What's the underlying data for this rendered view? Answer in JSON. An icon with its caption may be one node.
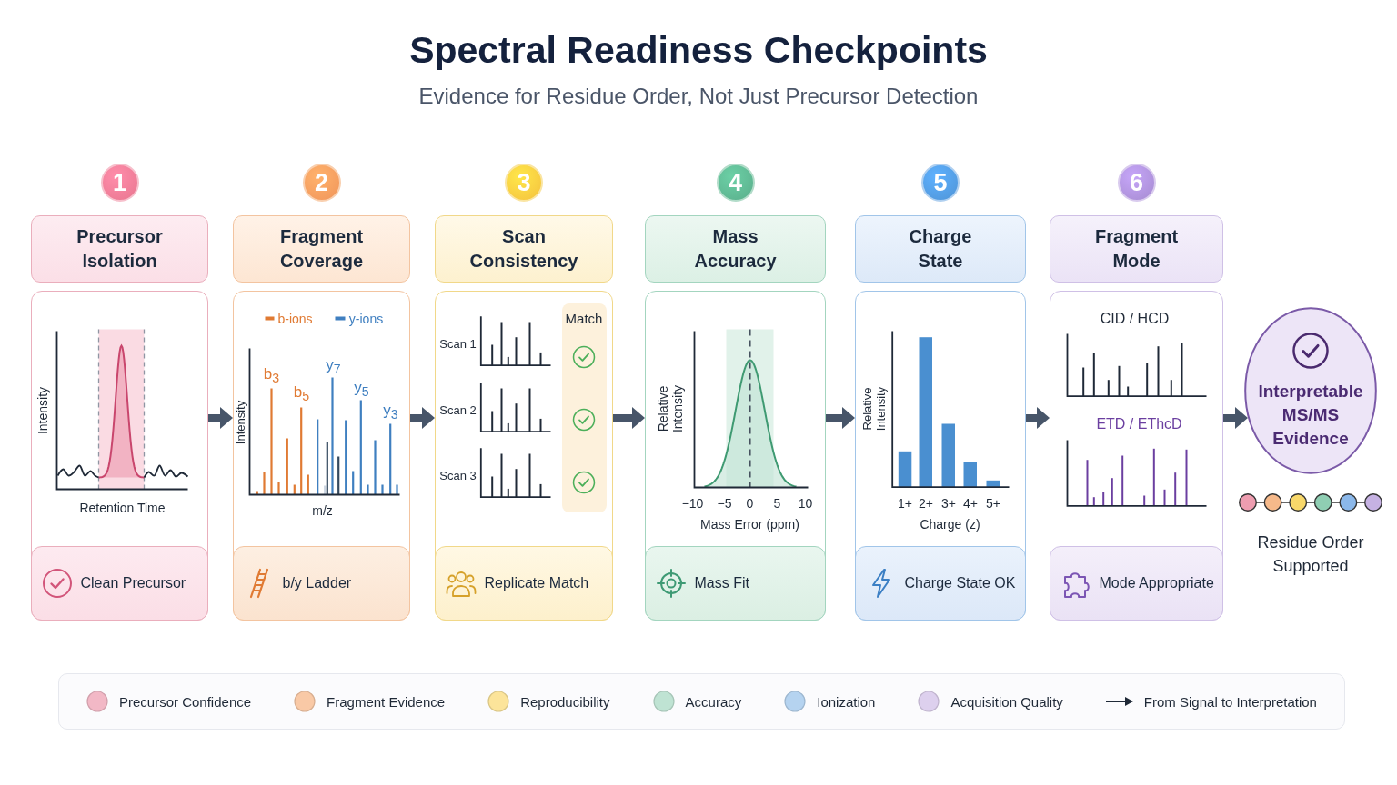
{
  "diagram": {
    "title": "Spectral Readiness Checkpoints",
    "nodes": [
      {
        "text": [
          "1"
        ]
      },
      {
        "text": [
          "Precursor Isolation"
        ]
      },
      {
        "text": [
          "Intensity",
          "Retention Time"
        ]
      },
      {
        "text": [
          "Clean Precursor"
        ],
        "in": 2
      },
      {
        "text": [
          "2"
        ]
      },
      {
        "text": [
          "Fragment Coverage"
        ]
      },
      {
        "text": [
          "b-ions",
          "y-ions",
          "Intensity",
          "b$_{3}$",
          "b$_{5}$",
          "y$_{7}$",
          "y$_{5}$",
          "y$_{3}$",
          "m/z"
        ]
      },
      {
        "text": [
          "b/y Ladder"
        ],
        "in": 6
      },
      {
        "text": [
          "3"
        ]
      },
      {
        "text": [
          "Scan Consistency"
        ]
      },
      {
        "text": [
          "Scan 1",
          "Scan 2",
          "Scan 3"
        ]
      },
      {
        "text": [
          "Match"
        ],
        "in": 10
      },
      {
        "text": [
          "Replicate Match"
        ],
        "in": 10
      },
      {
        "text": [
          "4"
        ]
      },
      {
        "text": [
          "Mass Accuracy"
        ]
      },
      {
        "text": [
          "Relative Intensity",
          "−10",
          "−5",
          "0",
          "5",
          "10",
          "Mass Error (ppm)"
        ]
      },
      {
        "text": [
          "Mass Fit"
        ],
        "in": 15
      },
      {
        "text": [
          "5"
        ]
      },
      {
        "text": [
          "Charge State"
        ]
      },
      {
        "text": [
          "Relative Intensity",
          "1+",
          "2+",
          "3+",
          "4+",
          "5+",
          "Charge (z)"
        ]
      },
      {
        "text": [
          "Charge State OK"
        ],
        "in": 19
      },
      {
        "text": [
          "6"
        ]
      },
      {
        "text": [
          "Fragment Mode"
        ]
      },
      {
        "text": [
          "CID / HCD",
          "ETD / EThcD"
        ]
      },
      {
        "text": [
          "Mode Appropriate"
        ],
        "in": 23
      },
      {
        "text": [
          "Interpretable MS/MS Evidence"
        ]
      }
    ],
    "edges": [
      {
        "from": 2,
        "to": 6,
        "arrow": "to"
      },
      {
        "from": 6,
        "to": 10,
        "arrow": "to"
      },
      {
        "from": 10,
        "to": 15,
        "arrow": "to"
      },
      {
        "from": 15,
        "to": 19,
        "arrow": "to"
      },
      {
        "from": 19,
        "to": 23,
        "arrow": "to"
      },
      {
        "from": 23,
        "to": 25,
        "arrow": "to"
      }
    ],
    "labels": [
      "Evidence for Residue Order, Not Just Precursor Detection",
      "Residue Order Supported"
    ],
    "legend": [
      {
        "text": "Precursor Confidence",
        "color": "#f2b8c6"
      },
      {
        "text": "Fragment Evidence",
        "color": "#f9c9a6"
      },
      {
        "text": "Reproducibility",
        "color": "#fce49a"
      },
      {
        "text": "Accuracy",
        "color": "#bfe3d3"
      },
      {
        "text": "Ionization",
        "color": "#b5d3f0"
      },
      {
        "text": "Acquisition Quality",
        "color": "#ddd0ee"
      },
      {
        "text": "From Signal to Interpretation"
      }
    ]
  }
}
